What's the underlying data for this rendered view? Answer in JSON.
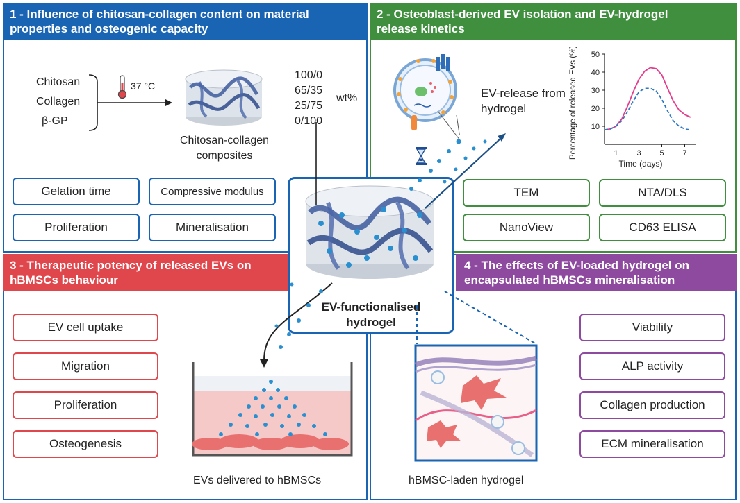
{
  "colors": {
    "blue": "#1a64b4",
    "green": "#3f8f3f",
    "red": "#e0474c",
    "purple": "#8e4a9e",
    "pink_line": "#e43c8c",
    "dashed_line": "#2f78c2",
    "ev_dot": "#2a8fd0"
  },
  "panel1": {
    "header": "1 - Influence of chitosan-collagen content on material properties and osteogenic capacity",
    "inputs": [
      "Chitosan",
      "Collagen",
      "β-GP"
    ],
    "temperature": "37 °C",
    "composite_label": "Chitosan-collagen composites",
    "ratios": [
      "100/0",
      "65/35",
      "25/75",
      "0/100"
    ],
    "ratio_unit": "wt%",
    "boxes": [
      "Gelation time",
      "Compressive modulus",
      "Proliferation",
      "Mineralisation"
    ]
  },
  "panel2": {
    "header": "2 - Osteoblast-derived EV isolation and EV-hydrogel release kinetics",
    "release_label": "EV-release from hydrogel",
    "boxes": [
      "TEM",
      "NTA/DLS",
      "NanoView",
      "CD63 ELISA"
    ]
  },
  "panel3": {
    "header": "3 - Therapeutic potency of released EVs on hBMSCs behaviour",
    "boxes": [
      "EV cell uptake",
      "Migration",
      "Proliferation",
      "Osteogenesis"
    ],
    "delivered_label": "EVs delivered to hBMSCs"
  },
  "panel4": {
    "header": "4 - The effects of EV-loaded hydrogel on encapsulated hBMSCs mineralisation",
    "boxes": [
      "Viability",
      "ALP activity",
      "Collagen production",
      "ECM mineralisation"
    ],
    "laden_label": "hBMSC-laden hydrogel"
  },
  "center_label": "EV-functionalised hydrogel",
  "chart_data": {
    "type": "line",
    "title": "",
    "xlabel": "Time (days)",
    "ylabel": "Percentage of released EVs (%)",
    "xlim": [
      0,
      8
    ],
    "ylim": [
      0,
      50
    ],
    "xticks": [
      1,
      3,
      5,
      7
    ],
    "yticks": [
      10,
      20,
      30,
      40,
      50
    ],
    "grid": false,
    "series": [
      {
        "style": "solid",
        "color": "#e43c8c",
        "x": [
          0,
          0.5,
          1,
          1.5,
          2,
          2.5,
          3,
          3.5,
          4,
          4.5,
          5,
          5.5,
          6,
          6.5,
          7,
          7.5
        ],
        "y": [
          8,
          8.5,
          10,
          14,
          21,
          29,
          36,
          40.5,
          42.5,
          42,
          38.5,
          31,
          24,
          19,
          16.5,
          15
        ]
      },
      {
        "style": "dashed",
        "color": "#2f78c2",
        "x": [
          0,
          0.5,
          1,
          1.5,
          2,
          2.5,
          3,
          3.5,
          4,
          4.5,
          5,
          5.5,
          6,
          6.5,
          7,
          7.5
        ],
        "y": [
          8,
          8.5,
          10,
          13,
          18,
          24,
          29,
          31,
          31,
          29.5,
          25,
          18.5,
          13,
          10,
          8.5,
          8
        ]
      }
    ]
  }
}
